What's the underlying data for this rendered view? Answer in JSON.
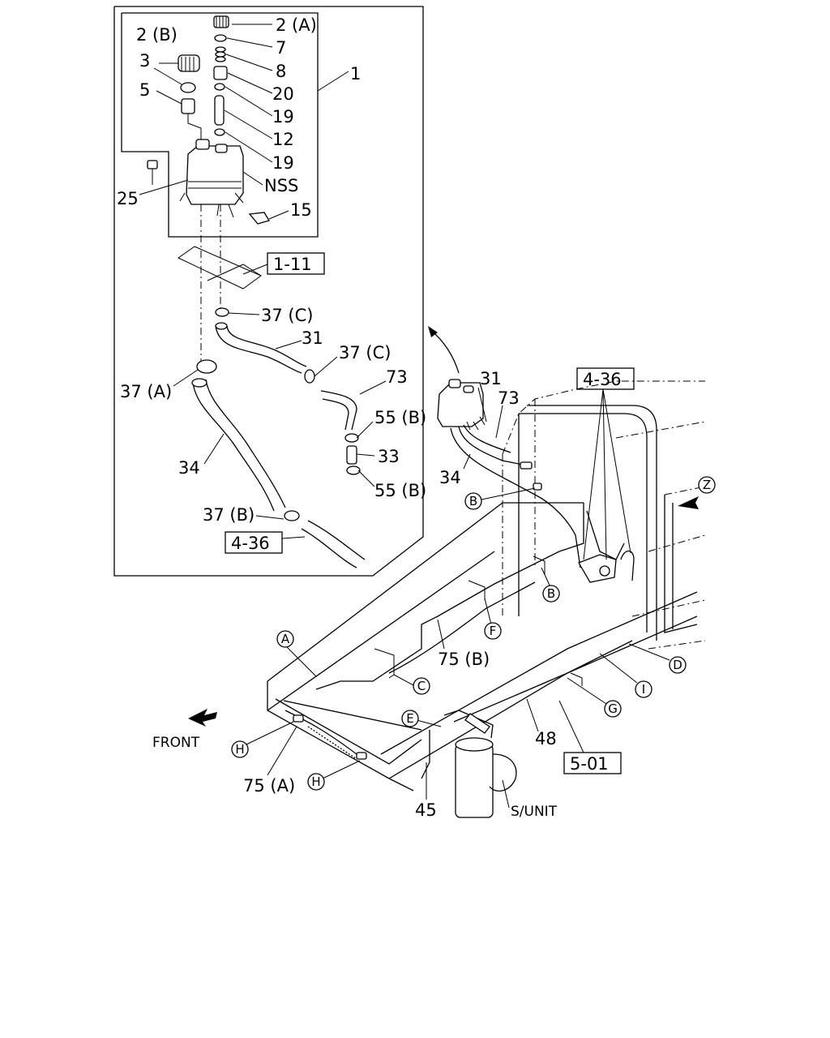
{
  "labels": {
    "l1": "1",
    "l2a": "2 (A)",
    "l2b": "2 (B)",
    "l3": "3",
    "l5": "5",
    "l7": "7",
    "l8": "8",
    "l20": "20",
    "l19a": "19",
    "l12": "12",
    "l19b": "19",
    "nss": "NSS",
    "l25": "25",
    "l15": "15",
    "l37c_a": "37 (C)",
    "l31a": "31",
    "l37c_b": "37 (C)",
    "l73a": "73",
    "l37a": "37 (A)",
    "l55b_a": "55 (B)",
    "l33": "33",
    "l34a": "34",
    "l55b_b": "55 (B)",
    "l37b": "37 (B)",
    "l31b": "31",
    "l73b": "73",
    "l34b": "34",
    "l75b": "75 (B)",
    "l48": "48",
    "l75a": "75 (A)",
    "l45": "45",
    "sunit": "S/UNIT",
    "front": "FRONT"
  },
  "ref_boxes": {
    "r111": "1-11",
    "r436a": "4-36",
    "r436b": "4-36",
    "r501": "5-01"
  },
  "circle_refs": {
    "A": "A",
    "B1": "B",
    "B2": "B",
    "C": "C",
    "D": "D",
    "E": "E",
    "F": "F",
    "G": "G",
    "H1": "H",
    "H2": "H",
    "I": "I",
    "Z": "Z"
  }
}
